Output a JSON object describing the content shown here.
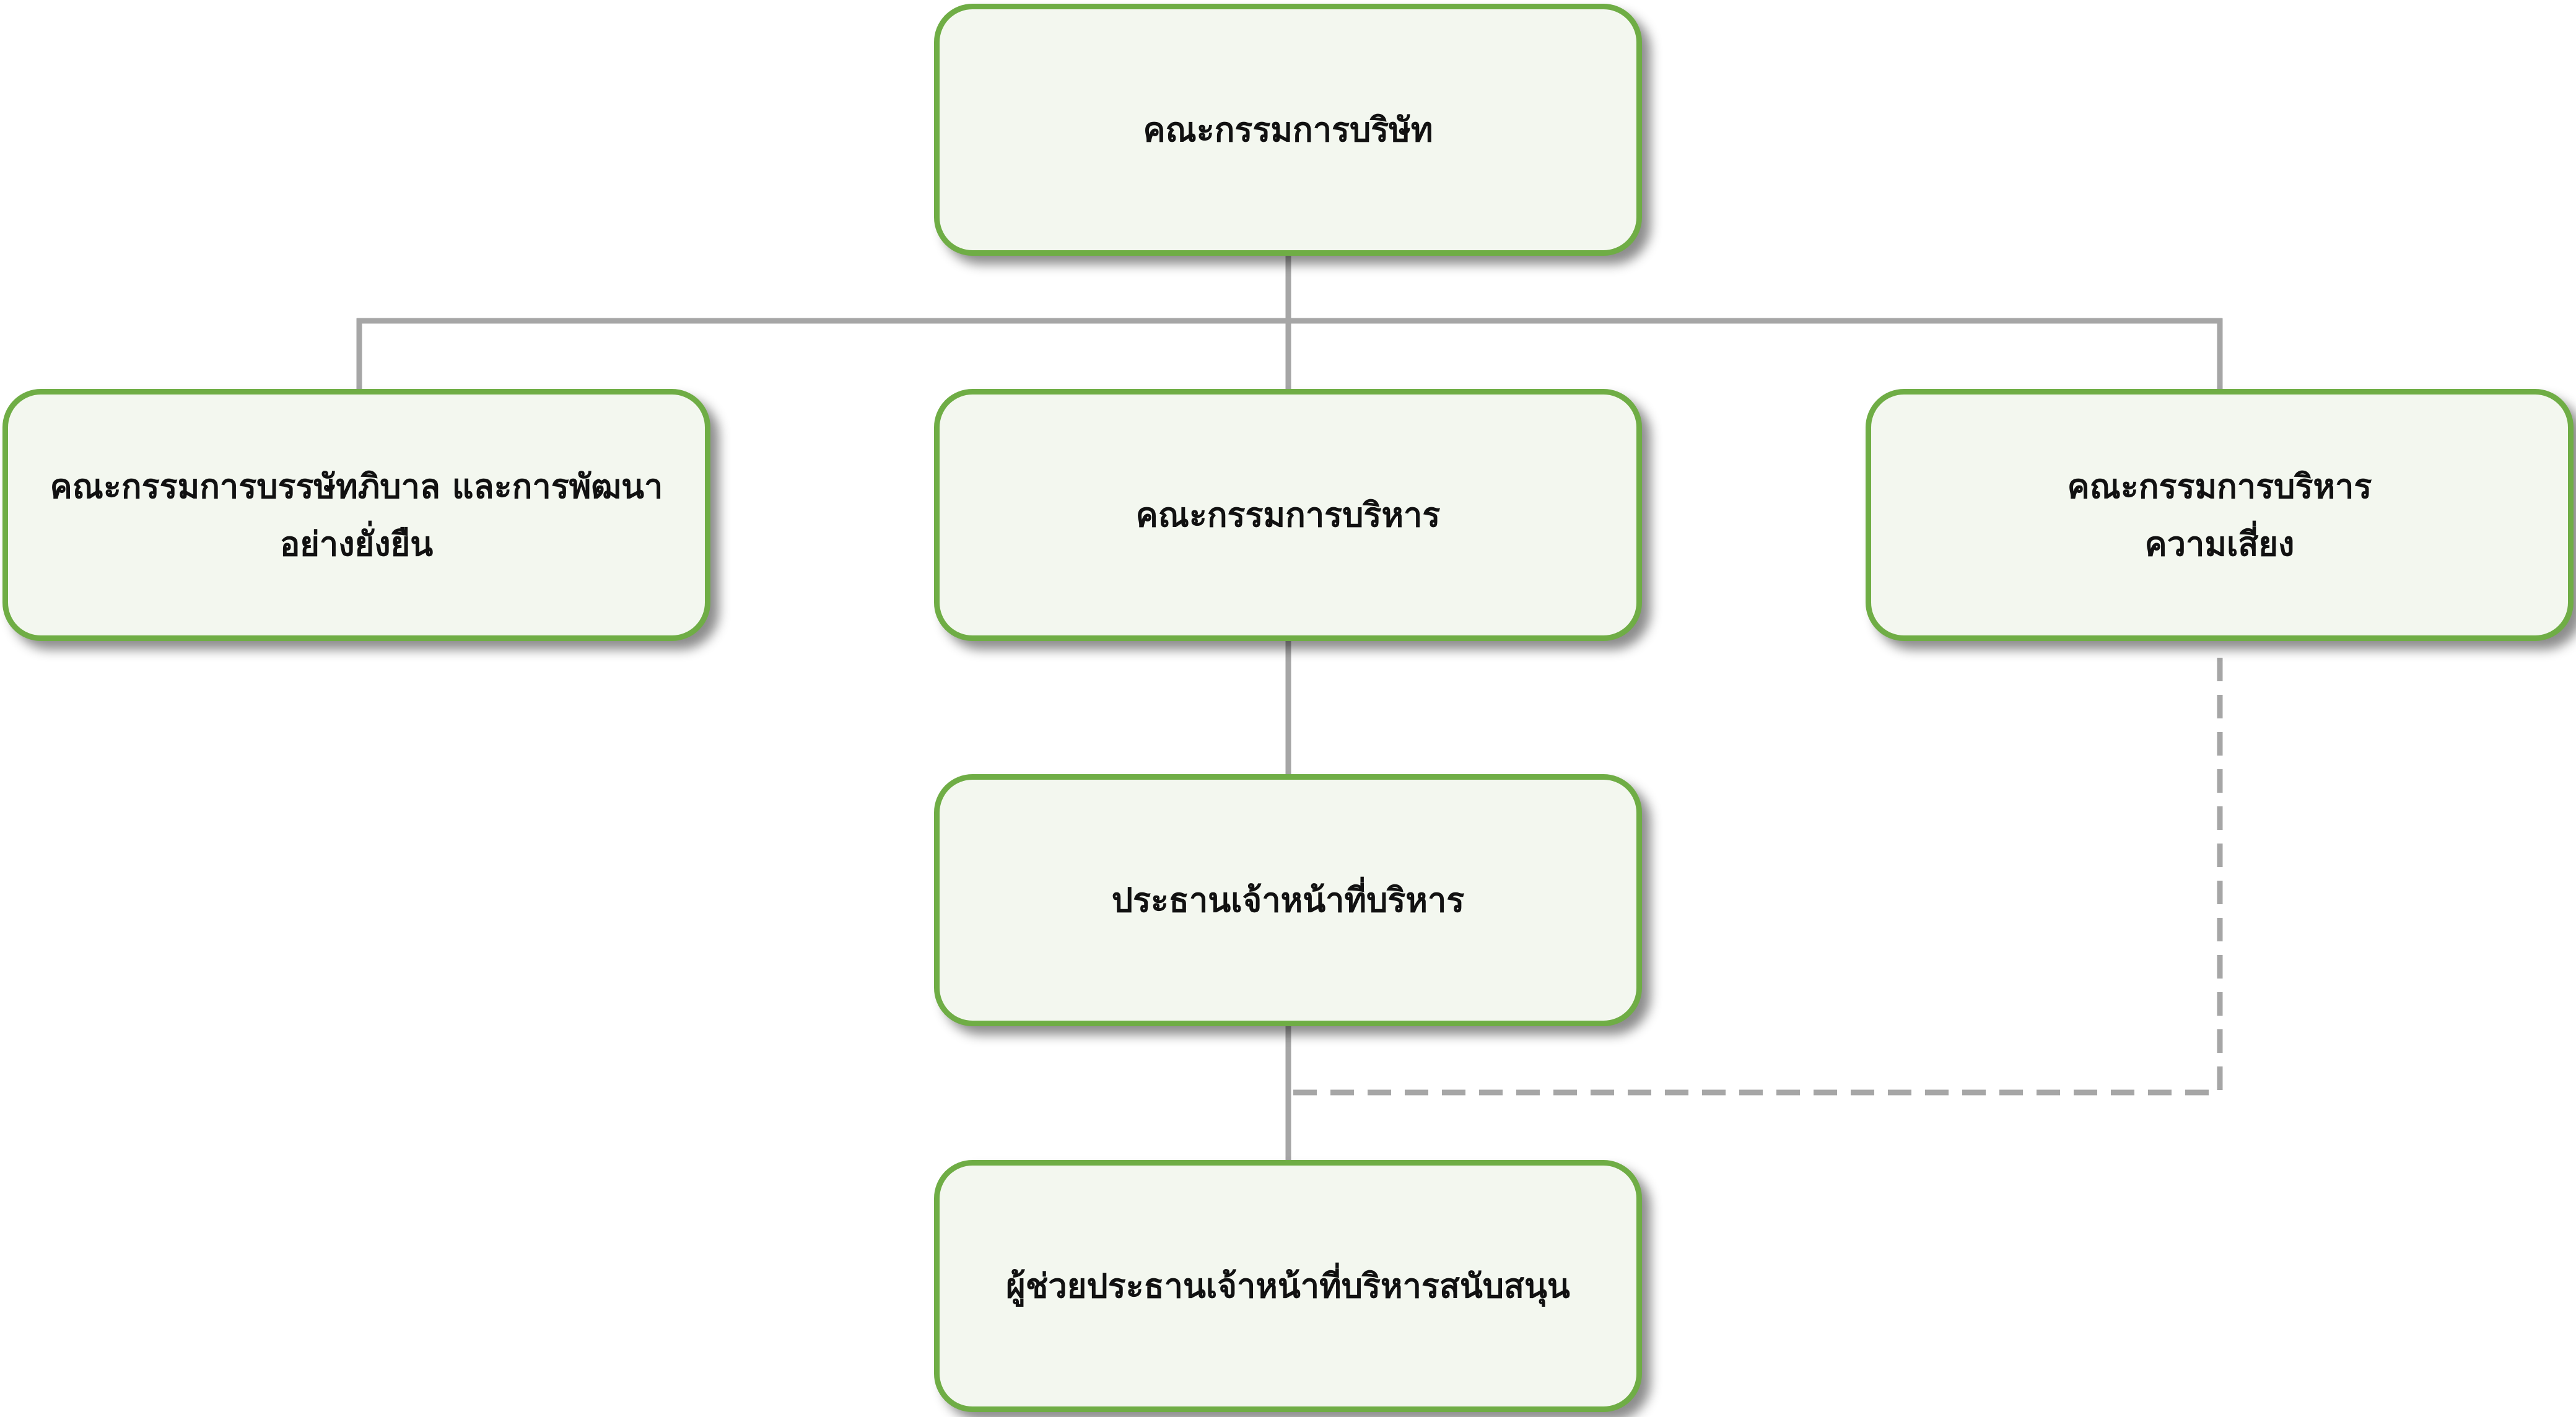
{
  "diagram": {
    "colors": {
      "node_border": "#6fad45",
      "node_fill": "#f3f7ef",
      "connector": "#a6a6a6",
      "text": "#111111"
    },
    "nodes": {
      "board": {
        "label": "คณะกรรมการบริษัท"
      },
      "governance": {
        "label": "คณะกรรมการบรรษัทภิบาล และการพัฒนา\nอย่างยั่งยืน"
      },
      "executive": {
        "label": "คณะกรรมการบริหาร"
      },
      "risk": {
        "label": "คณะกรรมการบริหาร\nความเสี่ยง"
      },
      "ceo": {
        "label": "ประธานเจ้าหน้าที่บริหาร"
      },
      "assistant_ceo_support": {
        "label": "ผู้ช่วยประธานเจ้าหน้าที่บริหารสนับสนุน"
      }
    },
    "edges": [
      {
        "from": "board",
        "to": "governance",
        "style": "solid"
      },
      {
        "from": "board",
        "to": "executive",
        "style": "solid"
      },
      {
        "from": "board",
        "to": "risk",
        "style": "solid"
      },
      {
        "from": "executive",
        "to": "ceo",
        "style": "solid"
      },
      {
        "from": "ceo",
        "to": "assistant_ceo_support",
        "style": "solid"
      },
      {
        "from": "risk",
        "to": "assistant_ceo_support",
        "style": "dashed"
      }
    ]
  }
}
